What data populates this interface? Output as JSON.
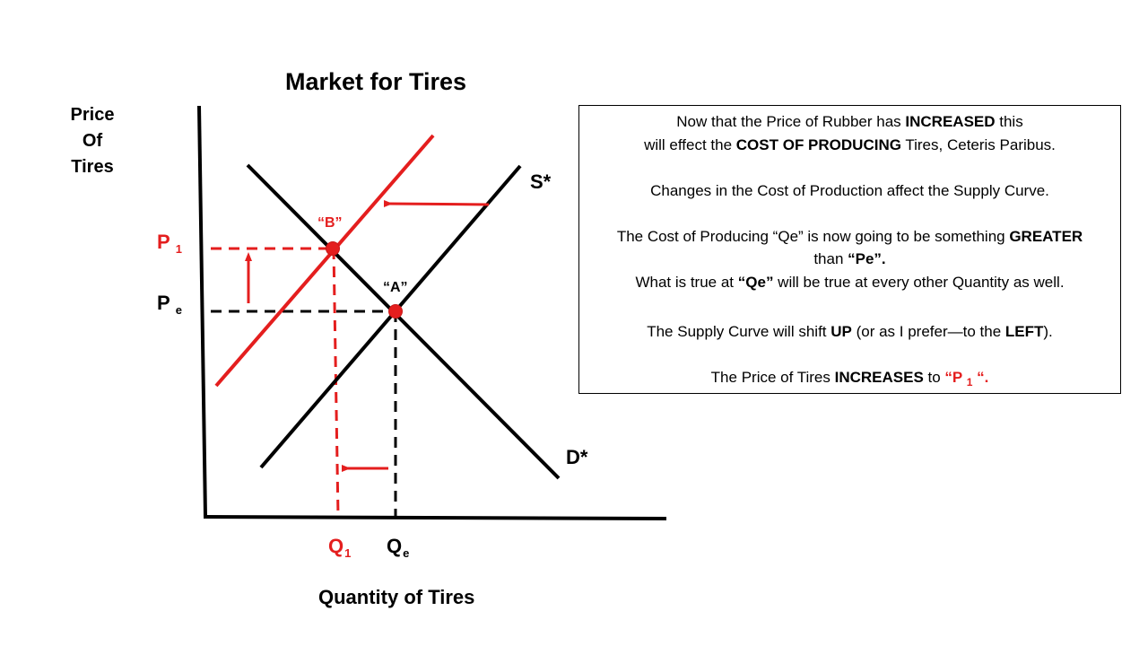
{
  "slide": {
    "title": "Market for Tires",
    "y_axis_label": [
      "Price",
      "Of",
      "Tires"
    ],
    "x_axis_label": "Quantity of Tires"
  },
  "labels": {
    "supply": "S*",
    "demand": "D*",
    "point_a": "“A”",
    "point_b": "“B”",
    "p1_main": "P",
    "p1_sub": "1",
    "pe_main": "P",
    "pe_sub": "e",
    "q1_main": "Q",
    "q1_sub": "1",
    "qe_main": "Q",
    "qe_sub": "e"
  },
  "textbox": {
    "l1_a": "Now that the Price of Rubber has ",
    "l1_b": "INCREASED",
    "l1_c": " this",
    "l2_a": "will effect the ",
    "l2_b": "COST OF PRODUCING",
    "l2_c": " Tires, Ceteris Paribus.",
    "l3": "Changes in the Cost of Production affect the Supply Curve.",
    "l4_a": "The Cost of Producing “Qe” is now going to be something ",
    "l4_b": "GREATER",
    "l5_a": "than ",
    "l5_b": "“Pe”.",
    "l6_a": "What is true at ",
    "l6_b": "“Qe”",
    "l6_c": " will be true at every other Quantity as well.",
    "l7_a": "The Supply Curve will shift ",
    "l7_b": "UP",
    "l7_c": " (or as I prefer—to the ",
    "l7_d": "LEFT",
    "l7_e": ").",
    "l8_a": "The Price of Tires ",
    "l8_b": "INCREASES",
    "l8_c": " to ",
    "l8_d": "“P ",
    "l8_e": "1",
    "l8_f": " “."
  },
  "colors": {
    "black": "#000000",
    "red": "#e41e1e",
    "background": "#ffffff"
  },
  "chart_data": {
    "type": "line",
    "title": "Market for Tires",
    "xlabel": "Quantity of Tires",
    "ylabel": "Price Of Tires",
    "grid": false,
    "series": [
      {
        "name": "D*",
        "color": "#000000",
        "points": [
          [
            276,
            184
          ],
          [
            623,
            533
          ]
        ]
      },
      {
        "name": "S*",
        "color": "#000000",
        "points": [
          [
            291,
            521
          ],
          [
            580,
            185
          ]
        ]
      },
      {
        "name": "S shifted (left/up)",
        "color": "#e41e1e",
        "points": [
          [
            241,
            430
          ],
          [
            483,
            151
          ]
        ]
      }
    ],
    "equilibria": [
      {
        "label": "A",
        "x": 441,
        "y": 347,
        "price": "Pe",
        "quantity": "Qe"
      },
      {
        "label": "B",
        "x": 371,
        "y": 277,
        "price": "P1",
        "quantity": "Q1"
      }
    ],
    "annotations": [
      "Supply shifts left (arrow from S* toward new red supply)",
      "Price rises from Pe to P1 (upward arrow)",
      "Quantity falls from Qe to Q1 (leftward arrow)"
    ]
  }
}
